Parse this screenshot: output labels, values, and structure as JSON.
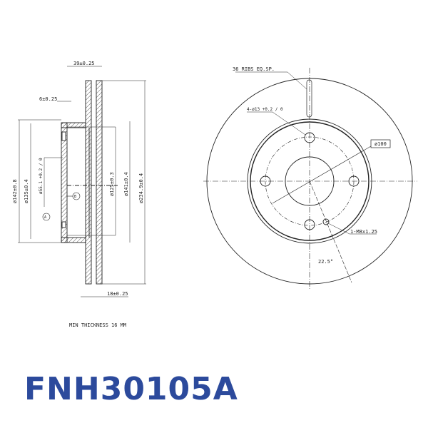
{
  "side_view": {
    "dims": {
      "width_total": "39±0.25",
      "hat_thickness": "6±0.25",
      "d_outer_hat": "ø142±0.8",
      "d_hat_inner": "ø135±0.4",
      "d_center_bore": "ø55.1 +0.2 / 0",
      "d_125": "ø125±0.3",
      "d_141": "ø141±0.4",
      "d_outer": "ø234.9±0.4",
      "disc_thickness": "18±0.25"
    },
    "datum_a": "A",
    "datum_b": "B",
    "note": "MIN THICKNESS 16 MM"
  },
  "front_view": {
    "ribs": "36 RIBS EQ.SP.",
    "bolt_holes": "4-ø13 +0.2 / 0",
    "pcd": "ø100",
    "thread_hole": "1-M8x1.25",
    "angle": "22.5°"
  },
  "part_number": "FNH30105A",
  "colors": {
    "part_number": "#2c4a9c",
    "lines": "#222222"
  }
}
